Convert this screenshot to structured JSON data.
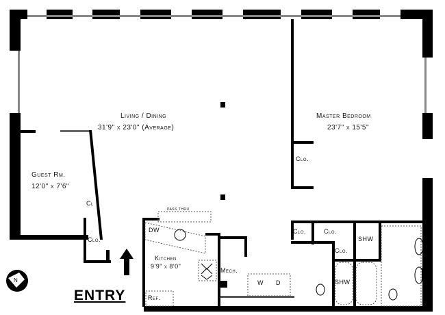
{
  "rooms": {
    "living": {
      "name": "Living / Dining",
      "size": "31'9\" x 23'0\" (Average)"
    },
    "master": {
      "name": "Master Bedroom",
      "size": "23'7\" x 15'5\""
    },
    "guest": {
      "name": "Guest Rm.",
      "size": "12'0\" x 7'6\""
    },
    "kitchen": {
      "name": "Kitchen",
      "size": "9'9\" x 8'0\""
    }
  },
  "labels": {
    "clo": "Clo.",
    "cl": "Cl",
    "dw": "DW",
    "pass_thru": "PASS THRU",
    "mech": "Mech.",
    "washer": "W",
    "dryer": "D",
    "refrigerator": "Ref.",
    "shower": "SHW",
    "entry": "ENTRY",
    "compass": "N"
  }
}
